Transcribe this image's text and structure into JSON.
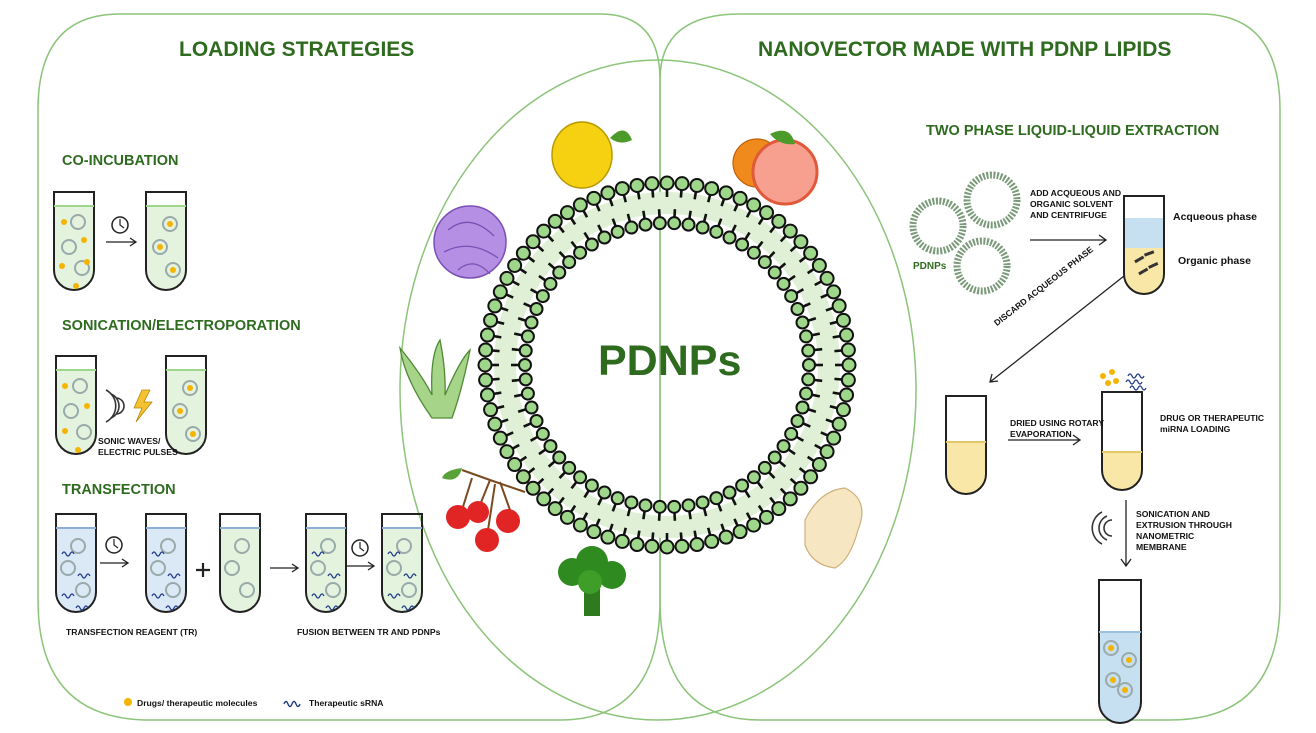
{
  "left": {
    "title": "LOADING STRATEGIES",
    "co_incubation": "CO-INCUBATION",
    "sonication": "SONICATION/ELECTROPORATION",
    "sonic_label_1": "SONIC WAVES/",
    "sonic_label_2": "ELECTRIC PULSES",
    "transfection": "TRANSFECTION",
    "tr_label": "TRANSFECTION REAGENT (TR)",
    "fusion_label": "FUSION BETWEEN TR AND PDNPs",
    "legend_drugs": "Drugs/ therapeutic molecules",
    "legend_srna": "Therapeutic sRNA"
  },
  "center": {
    "label": "PDNPs"
  },
  "right": {
    "title": "NANOVECTOR MADE WITH PDNP LIPIDS",
    "subtitle": "TWO PHASE LIQUID-LIQUID EXTRACTION",
    "pdnps": "PDNPs",
    "step1_1": "ADD ACQUEOUS AND",
    "step1_2": "ORGANIC SOLVENT",
    "step1_3": "AND CENTRIFUGE",
    "aqueous_phase": "Acqueous phase",
    "organic_phase": "Organic phase",
    "discard": "DISCARD ACQUEOUS PHASE",
    "dried_1": "DRIED USING ROTARY",
    "dried_2": "EVAPORATION",
    "drug_1": "DRUG OR THERAPEUTIC",
    "drug_2": "miRNA LOADING",
    "son_1": "SONICATION AND",
    "son_2": "EXTRUSION THROUGH",
    "son_3": "NANOMETRIC",
    "son_4": "MEMBRANE"
  },
  "colors": {
    "title_green": "#2e6b1f",
    "bead_green": "#9ed68a",
    "tube_fill": "#e4f3de",
    "yellow": "#f4b400",
    "transfection_blue": "#dbe8f6",
    "aqueous_blue": "#c7e0f1",
    "organic_yellow": "#f8e7a6"
  },
  "icons": [
    "clock-icon",
    "sound-wave-icon",
    "lightning-icon",
    "lemon-icon",
    "orange-icon",
    "cabbage-icon",
    "aloe-icon",
    "cherry-icon",
    "broccoli-icon",
    "ginger-icon"
  ]
}
